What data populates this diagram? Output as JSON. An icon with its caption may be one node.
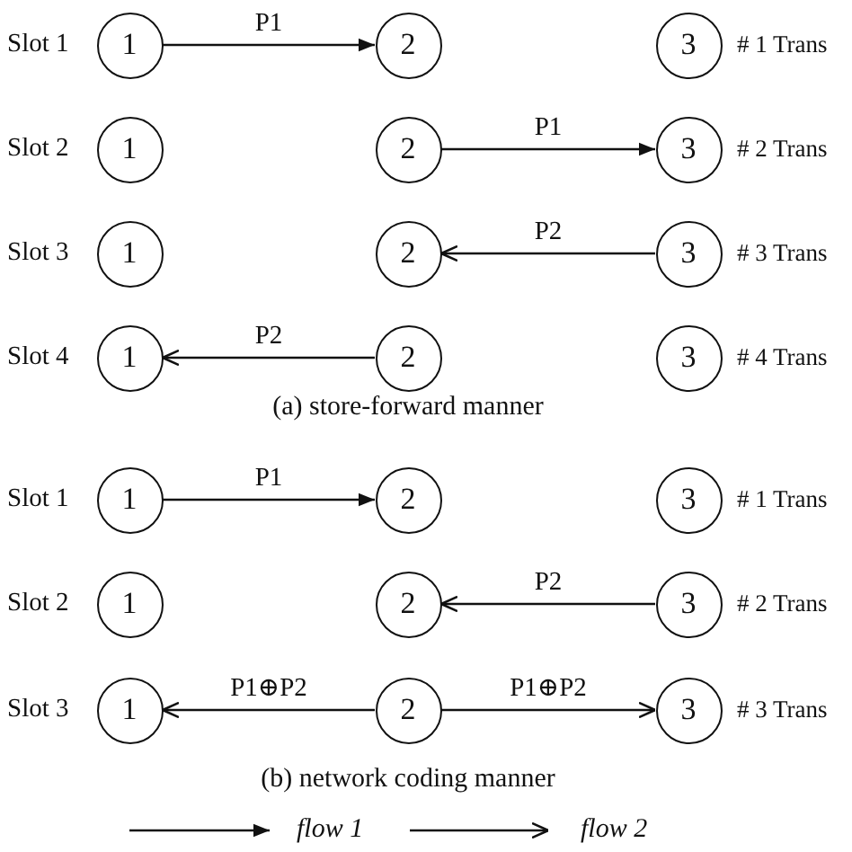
{
  "diagram": {
    "nodes": [
      {
        "text": [
          "1"
        ]
      },
      {
        "text": [
          "2"
        ]
      },
      {
        "text": [
          "3"
        ]
      },
      {
        "text": [
          "1"
        ]
      },
      {
        "text": [
          "2"
        ]
      },
      {
        "text": [
          "3"
        ]
      },
      {
        "text": [
          "1"
        ]
      },
      {
        "text": [
          "2"
        ]
      },
      {
        "text": [
          "3"
        ]
      },
      {
        "text": [
          "1"
        ]
      },
      {
        "text": [
          "2"
        ]
      },
      {
        "text": [
          "3"
        ]
      },
      {
        "text": [
          "1"
        ]
      },
      {
        "text": [
          "2"
        ]
      },
      {
        "text": [
          "3"
        ]
      },
      {
        "text": [
          "1"
        ]
      },
      {
        "text": [
          "2"
        ]
      },
      {
        "text": [
          "3"
        ]
      },
      {
        "text": [
          "1"
        ]
      },
      {
        "text": [
          "2"
        ]
      },
      {
        "text": [
          "3"
        ]
      }
    ],
    "edges": [
      {
        "from": 0,
        "to": 1,
        "arrow": "to",
        "label": "P1"
      },
      {
        "from": 4,
        "to": 5,
        "arrow": "to",
        "label": "P1"
      },
      {
        "from": 8,
        "to": 7,
        "arrow": "to",
        "label": "P2"
      },
      {
        "from": 10,
        "to": 9,
        "arrow": "to",
        "label": "P2"
      },
      {
        "from": 12,
        "to": 13,
        "arrow": "to",
        "label": "P1"
      },
      {
        "from": 17,
        "to": 16,
        "arrow": "to",
        "label": "P2"
      },
      {
        "from": 19,
        "to": 18,
        "arrow": "to",
        "label": "P1⊕P2"
      },
      {
        "from": 19,
        "to": 20,
        "arrow": "to",
        "label": "P1⊕P2"
      }
    ],
    "labels": [
      "Slot 1",
      "# 1 Trans",
      "Slot 2",
      "# 2 Trans",
      "Slot 3",
      "# 3 Trans",
      "Slot 4",
      "# 4 Trans",
      "(a) store-forward manner",
      "Slot 1",
      "# 1 Trans",
      "Slot 2",
      "# 2 Trans",
      "Slot 3",
      "# 3 Trans",
      "(b) network coding manner"
    ],
    "legend": [
      {
        "text": "flow 1"
      },
      {
        "text": "flow 2"
      }
    ]
  }
}
